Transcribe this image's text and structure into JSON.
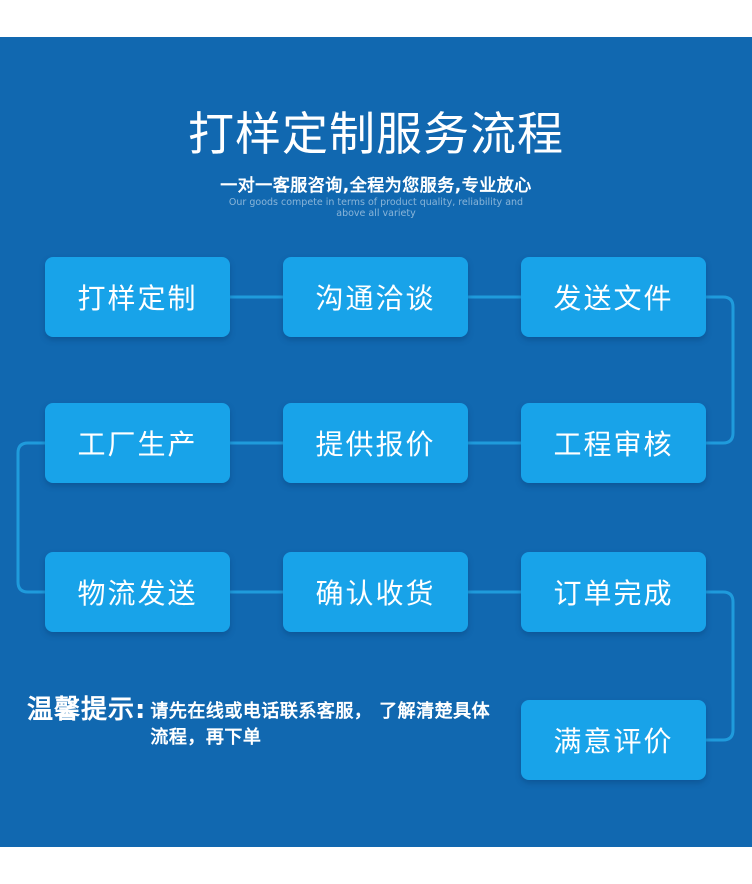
{
  "header": {
    "title": "打样定制服务流程",
    "subtitle": "一对一客服咨询,全程为您服务,专业放心",
    "tagline_line1": "Our goods compete in terms of product quality, reliability and",
    "tagline_line2": "above all variety"
  },
  "flow": {
    "steps": [
      {
        "label": "打样定制"
      },
      {
        "label": "沟通洽谈"
      },
      {
        "label": "发送文件"
      },
      {
        "label": "工程审核"
      },
      {
        "label": "提供报价"
      },
      {
        "label": "工厂生产"
      },
      {
        "label": "物流发送"
      },
      {
        "label": "确认收货"
      },
      {
        "label": "订单完成"
      },
      {
        "label": "满意评价"
      }
    ]
  },
  "tip": {
    "label": "温馨提示:",
    "line1": "请先在线或电话联系客服， 了解清楚具体",
    "line2": "流程，再下单"
  },
  "colors": {
    "panel_bg": "#1168b0",
    "box_bg": "#18a3e9",
    "connector": "#1f9bdc",
    "text": "#ffffff"
  }
}
